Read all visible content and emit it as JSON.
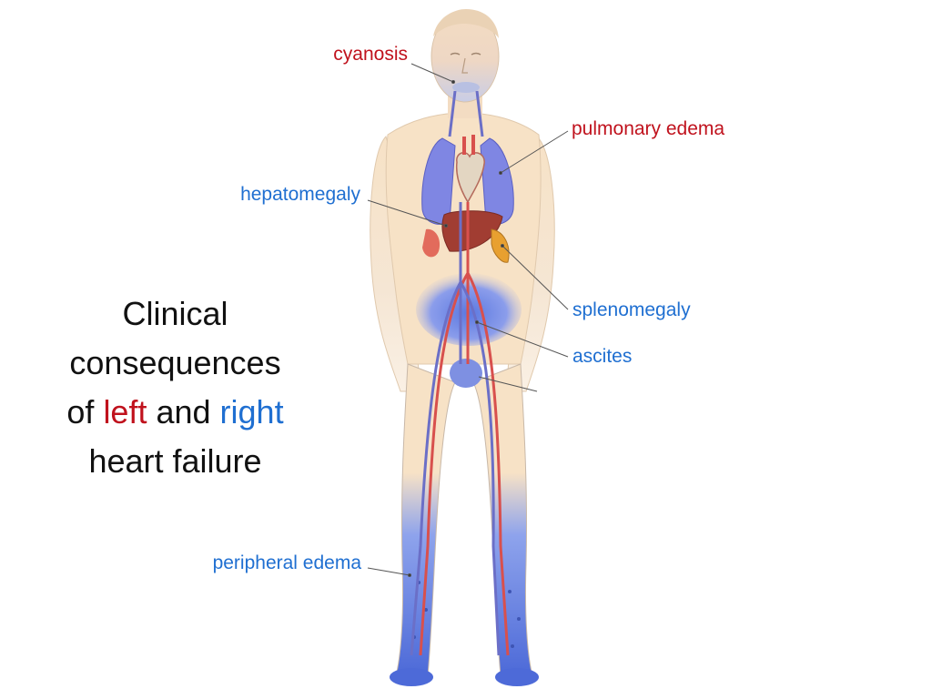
{
  "title": {
    "line1": "Clinical",
    "line2": "consequences",
    "line3_prefix": "of ",
    "line3_left": "left",
    "line3_mid": " and ",
    "line3_right": "right",
    "line4": "heart failure"
  },
  "labels": {
    "cyanosis": "cyanosis",
    "pulmonary_edema": "pulmonary edema",
    "hepatomegaly": "hepatomegaly",
    "splenomegaly": "splenomegaly",
    "ascites": "ascites",
    "peripheral_edema": "peripheral edema"
  },
  "colors": {
    "left_heart_failure": "#c0121d",
    "right_heart_failure": "#1f6fd1",
    "skin": "#f7e2c6",
    "edema_blue": "#5b78e0",
    "lung": "#7f86e3",
    "artery": "#d8504d",
    "vein": "#6b6fc7",
    "liver": "#a13d32",
    "spleen": "#e8a030"
  }
}
